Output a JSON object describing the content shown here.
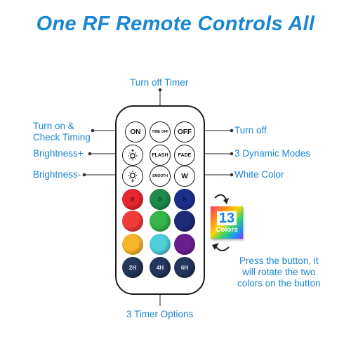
{
  "title": "One RF Remote Controls All",
  "labels": {
    "turn_off_timer": "Turn off Timer",
    "turn_on_line1": "Turn on &",
    "turn_on_line2": "Check Timing",
    "brightness_plus": "Brightness+",
    "brightness_minus": "Brightness-",
    "turn_off": "Turn off",
    "dynamic_modes": "3 Dynamic Modes",
    "white_color": "White Color",
    "press_line1": "Press the button, it",
    "press_line2": "will rotate the two",
    "press_line3": "colors on the button",
    "timer_options": "3 Timer Options"
  },
  "buttons": {
    "on": "ON",
    "timer_off": "TIME OFF",
    "off": "OFF",
    "flash": "FLASH",
    "fade": "FADE",
    "smooth": "SMOOTH",
    "white": "W",
    "r": "R",
    "g": "G",
    "b": "B",
    "timer_2h": "2H",
    "timer_4h": "4H",
    "timer_6h": "6H"
  },
  "badge": {
    "number": "13",
    "word": "Colors"
  },
  "colors": {
    "accent": "#1a86d2",
    "row1": [
      "#e8242f",
      "#1f8a4c",
      "#1c2f8a"
    ],
    "row2": [
      "#f03b3b",
      "#35b54a",
      "#1d2a78"
    ],
    "row3": [
      "#f7b62a",
      "#4fd0d8",
      "#6a1f8f"
    ],
    "timers": "#24365c"
  }
}
